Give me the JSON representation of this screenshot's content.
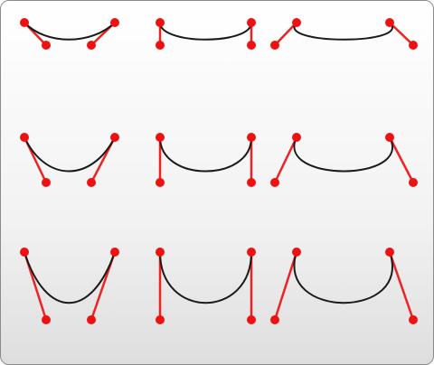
{
  "colors": {
    "curve": "#1a1a1a",
    "handle": "#ee2222",
    "point": "#ee1111"
  },
  "diagram": {
    "description_grid": {
      "rows": 3,
      "columns": 3
    },
    "cells": [
      {
        "row": 1,
        "col": 1,
        "variant": "short-inward-handles"
      },
      {
        "row": 1,
        "col": 2,
        "variant": "short-vertical-handles"
      },
      {
        "row": 1,
        "col": 3,
        "variant": "short-outward-handles"
      },
      {
        "row": 2,
        "col": 1,
        "variant": "medium-inward-handles"
      },
      {
        "row": 2,
        "col": 2,
        "variant": "medium-vertical-handles"
      },
      {
        "row": 2,
        "col": 3,
        "variant": "medium-outward-handles"
      },
      {
        "row": 3,
        "col": 1,
        "variant": "long-inward-handles"
      },
      {
        "row": 3,
        "col": 2,
        "variant": "long-vertical-handles"
      },
      {
        "row": 3,
        "col": 3,
        "variant": "long-outward-handles"
      }
    ]
  }
}
